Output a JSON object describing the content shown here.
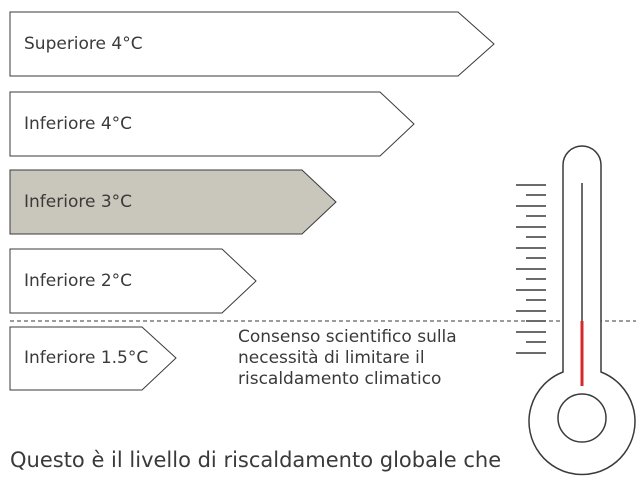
{
  "levels": [
    {
      "label": "Superiore 4°C",
      "highlighted": false
    },
    {
      "label": "Inferiore 4°C",
      "highlighted": false
    },
    {
      "label": "Inferiore 3°C",
      "highlighted": true
    },
    {
      "label": "Inferiore 2°C",
      "highlighted": false
    },
    {
      "label": "Inferiore 1.5°C",
      "highlighted": false
    }
  ],
  "consensus_note": {
    "line1": "Consenso scientifico sulla",
    "line2": "necessità di limitare il",
    "line3": "riscaldamento climatico"
  },
  "caption": "Questo è il livello di riscaldamento globale che",
  "colors": {
    "highlight_fill": "#c9c6bb",
    "outline": "#3a3a3a",
    "mercury": "#d42a2a"
  }
}
